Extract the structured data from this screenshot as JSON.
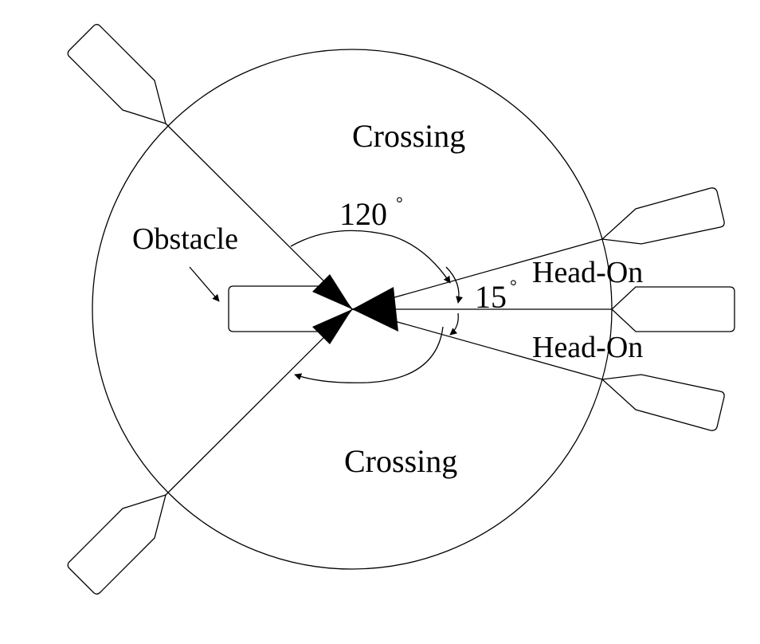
{
  "labels": {
    "crossing_top": "Crossing",
    "crossing_bottom": "Crossing",
    "obstacle": "Obstacle",
    "head_on_top": "Head-On",
    "head_on_bottom": "Head-On",
    "angle_large": "120",
    "angle_small": "15",
    "degree_symbol": "°"
  }
}
